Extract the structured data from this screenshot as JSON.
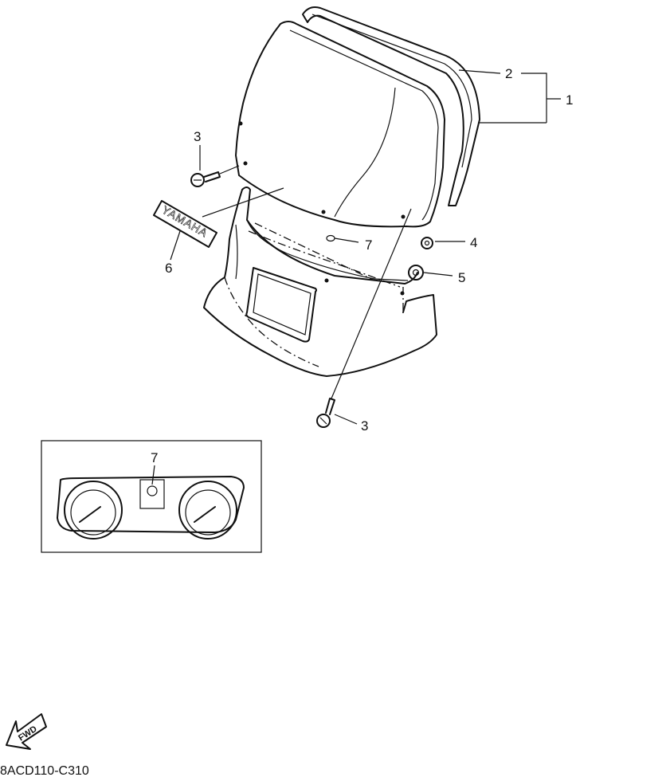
{
  "callouts": {
    "windshield_assy": "1",
    "windshield_molding": "2",
    "screw_upper": "3",
    "nut": "4",
    "washer": "5",
    "emblem": "6",
    "grommet": "7",
    "screw_lower": "3"
  },
  "emblem": {
    "text": "YAMAHA"
  },
  "inset": {
    "callout": "7"
  },
  "fwd_arrow": {
    "label": "FWD"
  },
  "drawing_code": "8ACD110-C310"
}
